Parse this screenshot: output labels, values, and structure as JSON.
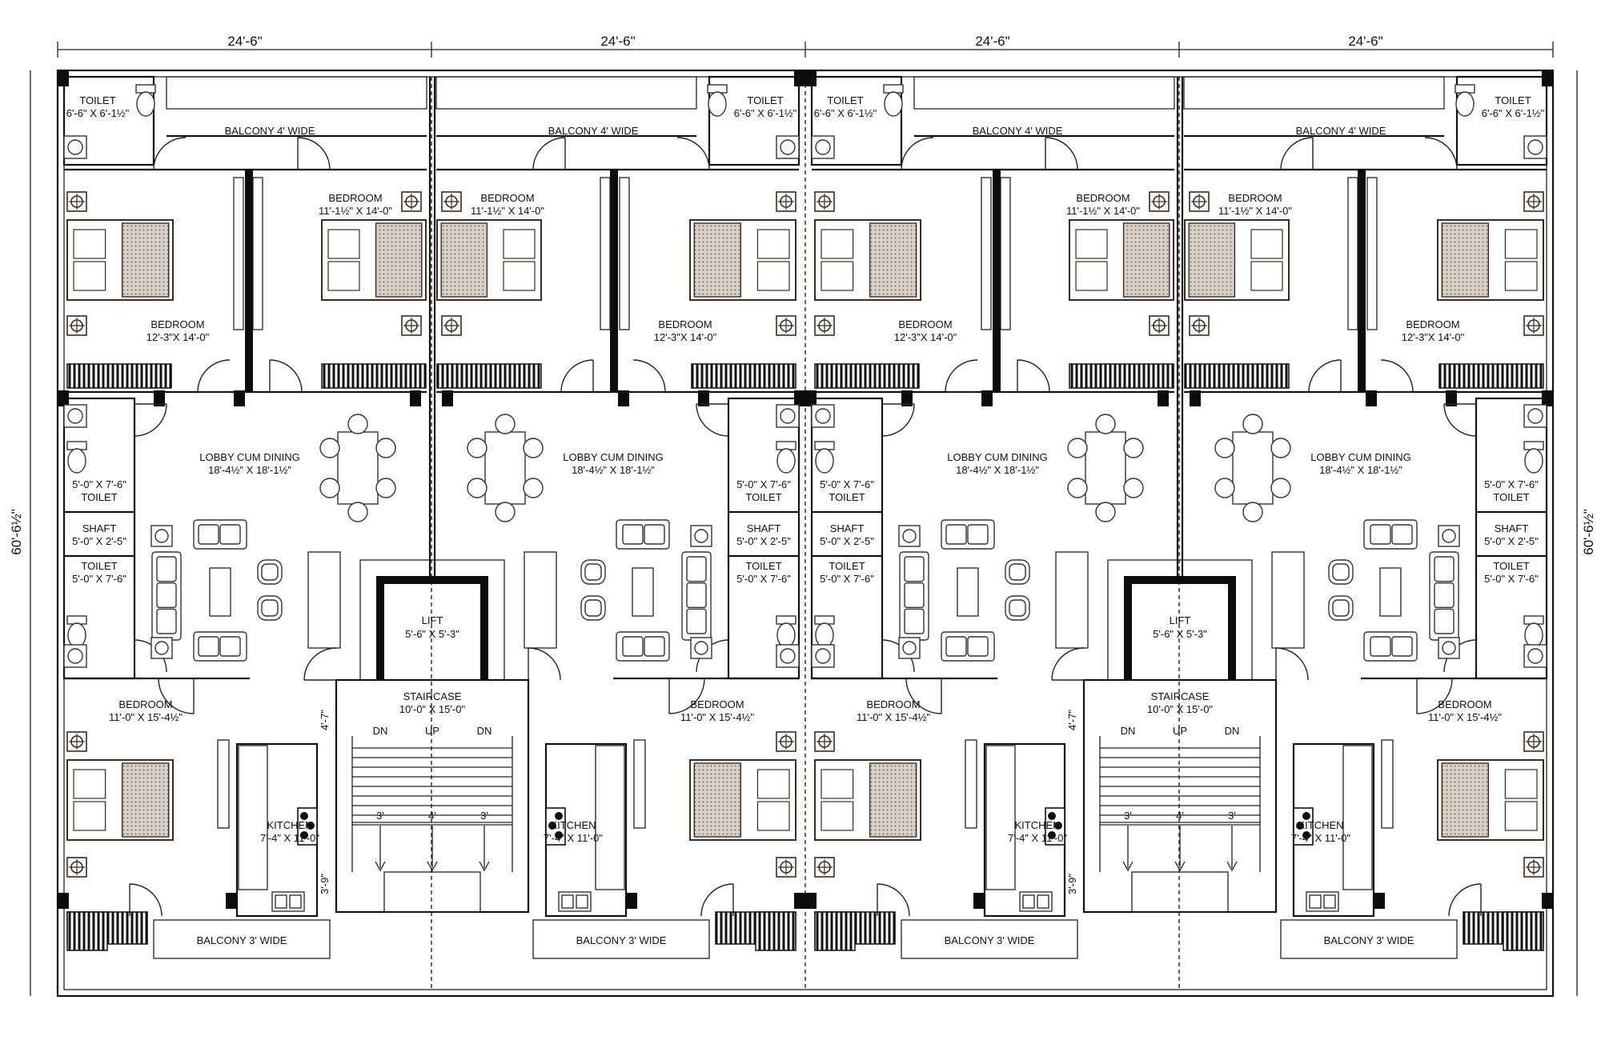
{
  "overall": {
    "width_segments": [
      "24'-6\"",
      "24'-6\"",
      "24'-6\"",
      "24'-6\""
    ],
    "depth_left": "60'-6½\"",
    "depth_right": "60'-6½\""
  },
  "units": [
    {
      "toilet_top": [
        "TOILET",
        "6'-6\" X 6'-1½\""
      ],
      "balcony_top": "BALCONY 4' WIDE",
      "bedroom_small": [
        "BEDROOM",
        "11'-1½\" X 14'-0\""
      ],
      "bedroom_large": [
        "BEDROOM",
        "12'-3\"X 14'-0\""
      ],
      "lobby": [
        "LOBBY CUM DINING",
        "18'-4½\" X 18'-1½\""
      ],
      "toilet_a": [
        "5'-0\" X 7'-6\"",
        "TOILET"
      ],
      "shaft": [
        "SHAFT",
        "5'-0\" X 2'-5\""
      ],
      "toilet_b": [
        "TOILET",
        "5'-0\" X 7'-6\""
      ],
      "bedroom_bottom": [
        "BEDROOM",
        "11'-0\" X 15'-4½\""
      ],
      "kitchen": [
        "KITCHEN",
        "7'-4\" X 11'-0\""
      ],
      "balcony_bottom": "BALCONY 3' WIDE"
    },
    {
      "toilet_top": [
        "TOILET",
        "6'-6\" X 6'-1½\""
      ],
      "balcony_top": "BALCONY 4' WIDE",
      "bedroom_small": [
        "BEDROOM",
        "11'-1½\" X 14'-0\""
      ],
      "bedroom_large": [
        "BEDROOM",
        "12'-3\"X 14'-0\""
      ],
      "lobby": [
        "LOBBY CUM DINING",
        "18'-4½\" X 18'-1½\""
      ],
      "toilet_a": [
        "5'-0\" X 7'-6\"",
        "TOILET"
      ],
      "shaft": [
        "SHAFT",
        "5'-0\" X 2'-5\""
      ],
      "toilet_b": [
        "TOILET",
        "5'-0\" X 7'-6\""
      ],
      "bedroom_bottom": [
        "BEDROOM",
        "11'-0\" X 15'-4½\""
      ],
      "kitchen": [
        "KITCHEN",
        "7'-4\" X 11'-0\""
      ],
      "balcony_bottom": "BALCONY 3' WIDE"
    },
    {
      "toilet_top": [
        "TOILET",
        "6'-6\" X 6'-1½\""
      ],
      "balcony_top": "BALCONY 4' WIDE",
      "bedroom_small": [
        "BEDROOM",
        "11'-1½\" X 14'-0\""
      ],
      "bedroom_large": [
        "BEDROOM",
        "12'-3\"X 14'-0\""
      ],
      "lobby": [
        "LOBBY CUM DINING",
        "18'-4½\" X 18'-1½\""
      ],
      "toilet_a": [
        "5'-0\" X 7'-6\"",
        "TOILET"
      ],
      "shaft": [
        "SHAFT",
        "5'-0\" X 2'-5\""
      ],
      "toilet_b": [
        "TOILET",
        "5'-0\" X 7'-6\""
      ],
      "bedroom_bottom": [
        "BEDROOM",
        "11'-0\" X 15'-4½\""
      ],
      "kitchen": [
        "KITCHEN",
        "7'-4\" X 11'-0\""
      ],
      "balcony_bottom": "BALCONY 3' WIDE"
    },
    {
      "toilet_top": [
        "TOILET",
        "6'-6\" X 6'-1½\""
      ],
      "balcony_top": "BALCONY 4' WIDE",
      "bedroom_small": [
        "BEDROOM",
        "11'-1½\" X 14'-0\""
      ],
      "bedroom_large": [
        "BEDROOM",
        "12'-3\"X 14'-0\""
      ],
      "lobby": [
        "LOBBY CUM DINING",
        "18'-4½\" X 18'-1½\""
      ],
      "toilet_a": [
        "5'-0\" X 7'-6\"",
        "TOILET"
      ],
      "shaft": [
        "SHAFT",
        "5'-0\" X 2'-5\""
      ],
      "toilet_b": [
        "TOILET",
        "5'-0\" X 7'-6\""
      ],
      "bedroom_bottom": [
        "BEDROOM",
        "11'-0\" X 15'-4½\""
      ],
      "kitchen": [
        "KITCHEN",
        "7'-4\" X 11'-0\""
      ],
      "balcony_bottom": "BALCONY 3' WIDE"
    }
  ],
  "cores": [
    {
      "lift": [
        "LIFT",
        "5'-6\" X 5'-3\""
      ],
      "staircase": [
        "STAIRCASE",
        "10'-0\" X 15'-0\""
      ],
      "stair_marks": [
        "DN",
        "UP",
        "DN"
      ],
      "stair_widths": [
        "3'",
        "4'",
        "3'"
      ],
      "landing_dim": "4'-7\"",
      "lobby_dim": "3'-9\""
    },
    {
      "lift": [
        "LIFT",
        "5'-6\" X 5'-3\""
      ],
      "staircase": [
        "STAIRCASE",
        "10'-0\" X 15'-0\""
      ],
      "stair_marks": [
        "DN",
        "UP",
        "DN"
      ],
      "stair_widths": [
        "3'",
        "4'",
        "3'"
      ],
      "landing_dim": "4'-7\"",
      "lobby_dim": "3'-9\""
    }
  ]
}
